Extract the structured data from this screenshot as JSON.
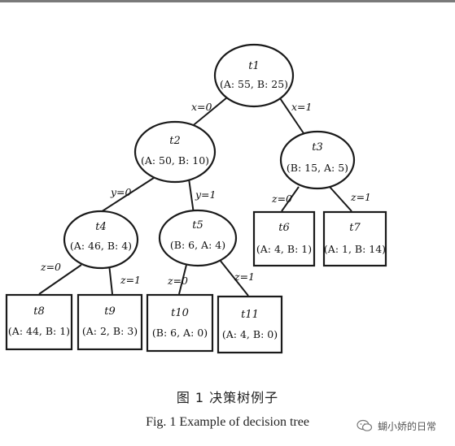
{
  "tree": {
    "nodes": {
      "t1": {
        "name": "t1",
        "values": "(A: 55, B: 25)"
      },
      "t2": {
        "name": "t2",
        "values": "(A: 50, B: 10)"
      },
      "t3": {
        "name": "t3",
        "values": "(B: 15, A: 5)"
      },
      "t4": {
        "name": "t4",
        "values": "(A: 46, B: 4)"
      },
      "t5": {
        "name": "t5",
        "values": "(B: 6, A: 4)"
      },
      "t6": {
        "name": "t6",
        "values": "(A: 4, B: 1)"
      },
      "t7": {
        "name": "t7",
        "values": "(A: 1, B: 14)"
      },
      "t8": {
        "name": "t8",
        "values": "(A: 44, B: 1)"
      },
      "t9": {
        "name": "t9",
        "values": "(A: 2, B: 3)"
      },
      "t10": {
        "name": "t10",
        "values": "(B: 6, A: 0)"
      },
      "t11": {
        "name": "t11",
        "values": "(A: 4, B: 0)"
      }
    },
    "edges": {
      "t1_t2": "x=0",
      "t1_t3": "x=1",
      "t2_t4": "y=0",
      "t2_t5": "y=1",
      "t3_t6": "z=0",
      "t3_t7": "z=1",
      "t4_t8": "z=0",
      "t4_t9": "z=1",
      "t5_t10": "z=0",
      "t5_t11": "z=1"
    }
  },
  "caption": {
    "cn": "图 1  决策树例子",
    "en": "Fig. 1   Example of decision tree"
  },
  "watermark": {
    "text": "蝴小娇的日常",
    "icon": "wechat-icon"
  }
}
